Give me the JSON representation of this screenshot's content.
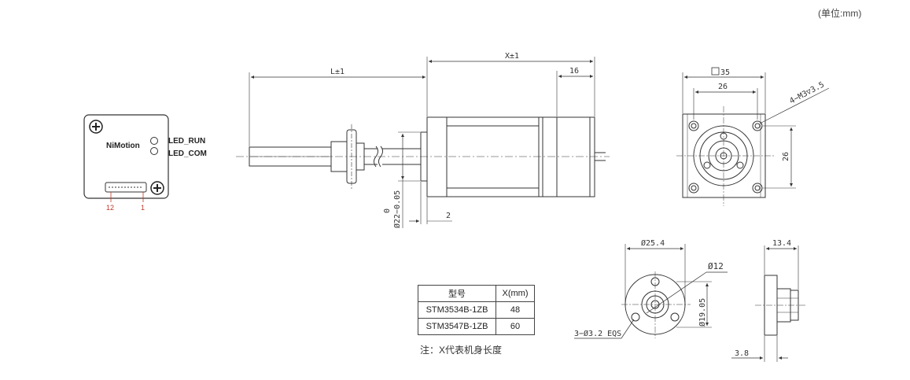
{
  "unit_label": "(单位:mm)",
  "driver": {
    "brand": "NiMotion",
    "led_run": "LED_RUN",
    "led_com": "LED_COM",
    "pin_left": "12",
    "pin_right": "1"
  },
  "side_view": {
    "lead_length": "L±1",
    "body_length": "X±1",
    "rear_length": "16",
    "boss_diameter": "Ø22−0.05",
    "boss_tol_upper": "0",
    "boss_height": "2"
  },
  "front_view": {
    "frame_size": "35",
    "hole_spacing_h": "26",
    "hole_spacing_v": "26",
    "mount_holes": "4−M3▽3.5"
  },
  "nut_front_view": {
    "flange_diameter": "Ø25.4",
    "bore_diameter": "Ø12",
    "pcd": "Ø19.05",
    "holes": "3−Ø3.2 EQS"
  },
  "nut_side_view": {
    "length": "13.4",
    "flange_thickness": "3.8"
  },
  "table": {
    "headers": [
      "型号",
      "X(mm)"
    ],
    "rows": [
      [
        "STM3534B-1ZB",
        "48"
      ],
      [
        "STM3547B-1ZB",
        "60"
      ]
    ]
  },
  "note": "注：X代表机身长度"
}
